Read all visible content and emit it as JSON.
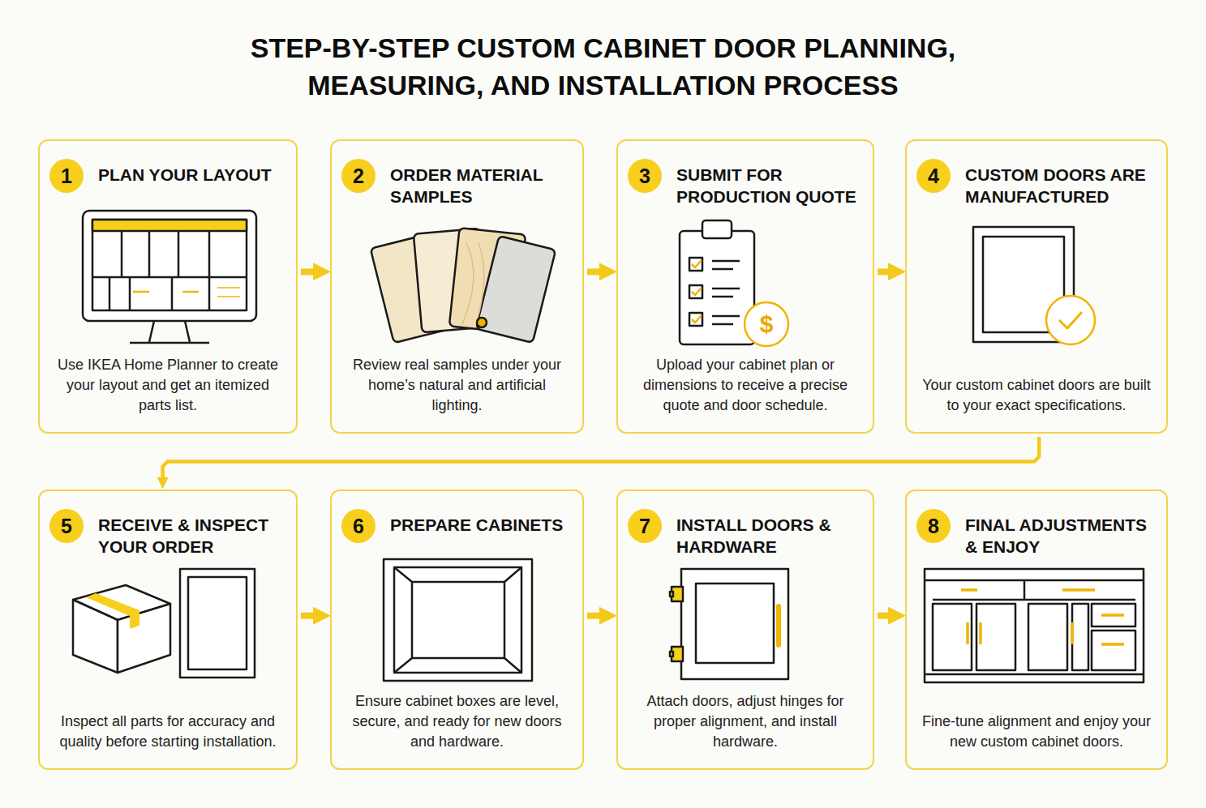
{
  "diagram": {
    "title": "STEP-BY-STEP CUSTOM CABINET DOOR PLANNING, MEASURING, AND INSTALLATION PROCESS",
    "nodes": [
      {
        "text": [
          "PLAN YOUR LAYOUT",
          "Use IKEA Home Planner to create your layout and get an itemized parts list."
        ]
      },
      {
        "text": [
          "1"
        ],
        "in": 0
      },
      {
        "text": [
          "ORDER MATERIAL SAMPLES",
          "Review real samples under your home’s natural and artificial lighting."
        ]
      },
      {
        "text": [
          "2"
        ],
        "in": 2
      },
      {
        "text": [
          "SUBMIT FOR PRODUCTION QUOTE",
          "Upload your cabinet plan or dimensions to receive a precise quote and door schedule."
        ]
      },
      {
        "text": [
          "3"
        ],
        "in": 4
      },
      {
        "text": [
          "CUSTOM DOORS ARE MANUFACTURED",
          "Your custom cabinet doors are built to your exact specifications."
        ]
      },
      {
        "text": [
          "4"
        ],
        "in": 6
      },
      {
        "text": [
          "RECEIVE & INSPECT YOUR ORDER",
          "Inspect all parts for accuracy and quality before starting installation."
        ]
      },
      {
        "text": [
          "5"
        ],
        "in": 8
      },
      {
        "text": [
          "PREPARE CABINETS",
          "Ensure cabinet boxes are level, secure, and ready for new doors and hardware."
        ]
      },
      {
        "text": [
          "6"
        ],
        "in": 10
      },
      {
        "text": [
          "INSTALL DOORS & HARDWARE",
          "Attach doors, adjust hinges for proper alignment, and install hardware."
        ]
      },
      {
        "text": [
          "7"
        ],
        "in": 12
      },
      {
        "text": [
          "FINAL ADJUSTMENTS & ENJOY",
          "Fine-tune alignment and enjoy your new custom cabinet doors."
        ]
      },
      {
        "text": [
          "8"
        ],
        "in": 14
      }
    ],
    "edges": [
      {
        "from": 0,
        "to": 2,
        "arrow": "to"
      },
      {
        "from": 2,
        "to": 4,
        "arrow": "to"
      },
      {
        "from": 4,
        "to": 6,
        "arrow": "to"
      },
      {
        "from": 6,
        "to": 8,
        "arrow": "to"
      },
      {
        "from": 8,
        "to": 10,
        "arrow": "to"
      },
      {
        "from": 10,
        "to": 12,
        "arrow": "to"
      },
      {
        "from": 12,
        "to": 14,
        "arrow": "to"
      }
    ],
    "labels": [
      "$"
    ]
  }
}
